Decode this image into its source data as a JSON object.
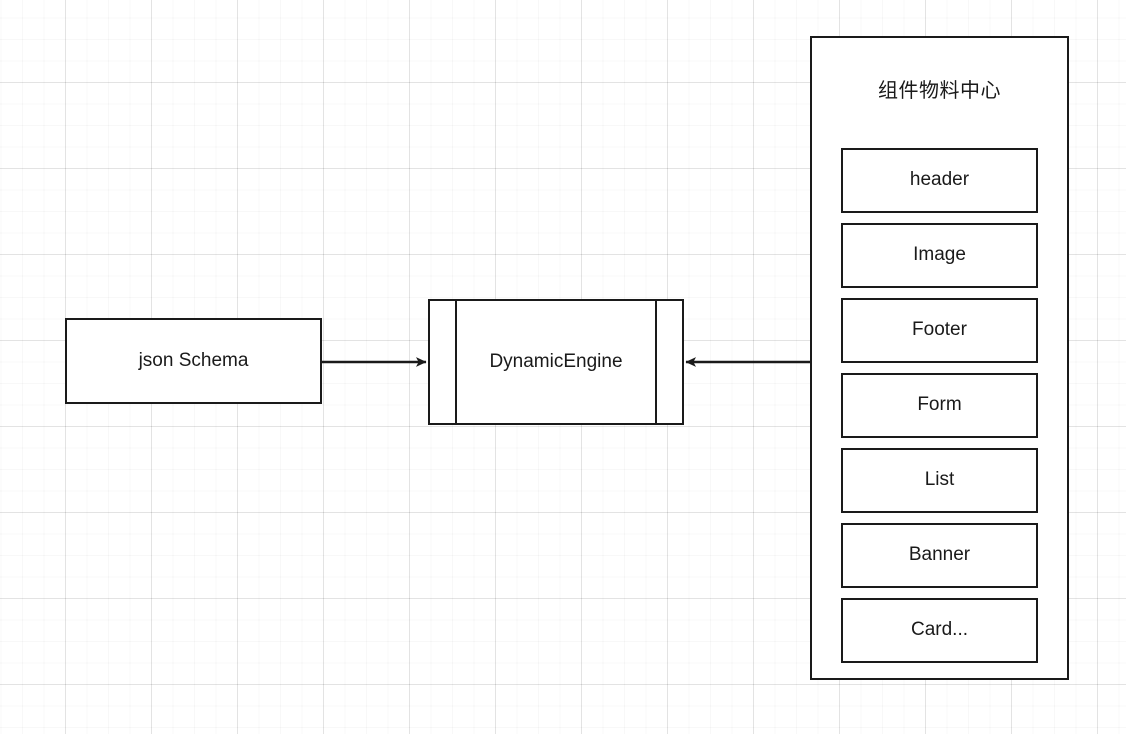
{
  "diagram": {
    "type": "flow-diagram",
    "background": "#ffffff",
    "grid": true,
    "line_color": "#1a1a1a",
    "text_color": "#1a1a1a",
    "nodes": {
      "source": {
        "label": "json Schema"
      },
      "engine": {
        "label": "DynamicEngine"
      },
      "panel": {
        "title": "组件物料中心"
      }
    },
    "components": [
      {
        "label": "header"
      },
      {
        "label": "Image"
      },
      {
        "label": "Footer"
      },
      {
        "label": "Form"
      },
      {
        "label": "List"
      },
      {
        "label": "Banner"
      },
      {
        "label": "Card..."
      }
    ],
    "edges": [
      {
        "from": "json Schema",
        "to": "DynamicEngine",
        "direction": "right",
        "arrowhead": "filled-triangle"
      },
      {
        "from": "组件物料中心",
        "to": "DynamicEngine",
        "direction": "left",
        "arrowhead": "filled-triangle"
      }
    ]
  }
}
